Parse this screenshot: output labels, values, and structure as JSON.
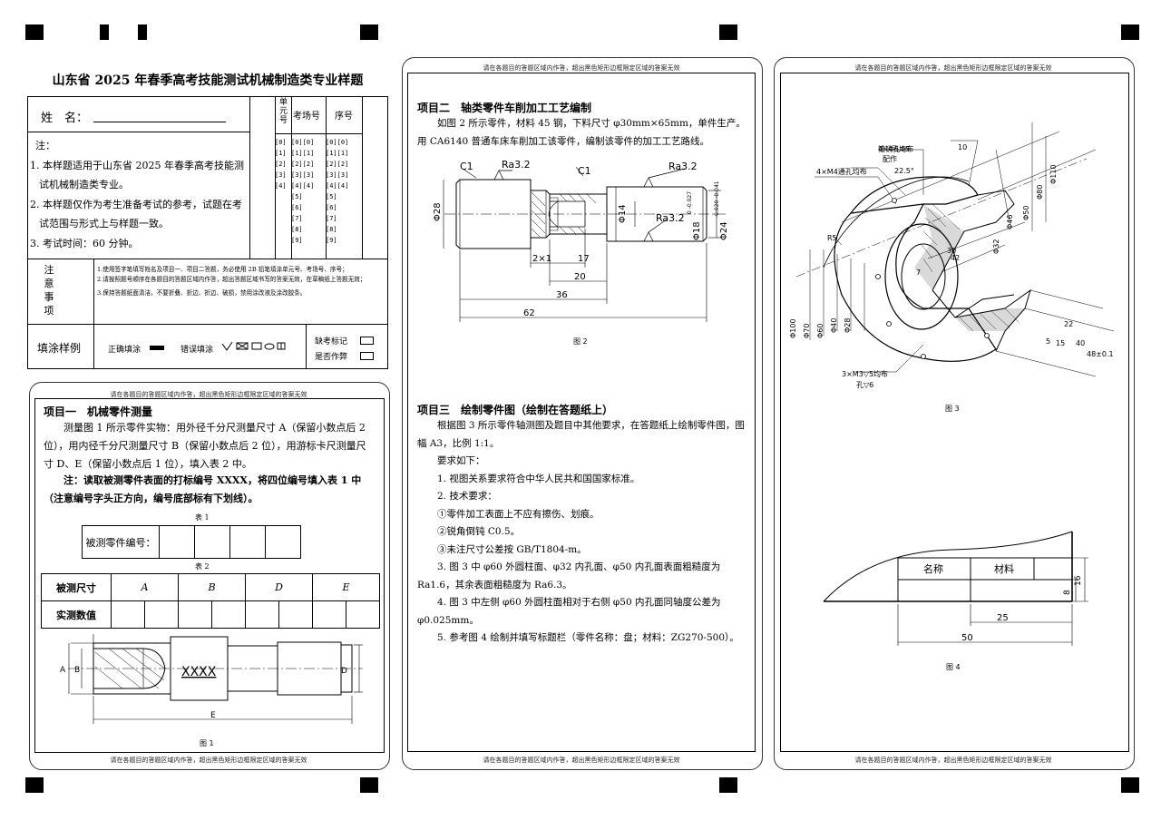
{
  "header": {
    "title": "山东省 2025 年春季高考技能测试机械制造类专业样题",
    "name_label": "姓　名：",
    "notes_heading": "注：",
    "notes": [
      "1. 本样题适用于山东省 2025 年春季高考技能测试机械制造类专业。",
      "2. 本样题仅作为考生准备考试的参考，试题在考试范围与形式上与样题一致。",
      "3. 考试时间：60 分钟。"
    ],
    "id_headers": [
      "单元号",
      "考场号",
      "序号"
    ],
    "digit_rows": [
      "[0]",
      "[1]",
      "[2]",
      "[3]",
      "[4]",
      "[5]",
      "[6]",
      "[7]",
      "[8]",
      "[9]"
    ],
    "attention_label": "注意事项",
    "attention_items": [
      "1.使用签字笔填写姓名及项目一、项目二答题，务必使用 2B 铅笔填涂单元号、考场号、序号；",
      "2.请按照题号顺序在各题目的答题区域内作答，超出答题区域书写的答案无效，在草稿纸上答题无效；",
      "3.保持答题纸面清洁，不要折叠、折边、折边、破损，禁用涂改液及涂改胶条。"
    ],
    "fill_example_label": "填涂样例",
    "correct_label": "正确填涂",
    "wrong_label": "错误填涂",
    "absent_label": "缺考标记",
    "cheat_label": "是否作弊"
  },
  "notice_text": "请在各题目的答题区域内作答，超出黑色矩形边框限定区域的答案无效",
  "project1": {
    "title": "项目一　机械零件测量",
    "para1": "测量图 1 所示零件实物：用外径千分尺测量尺寸 A（保留小数点后 2 位），用内径千分尺测量尺寸 B（保留小数点后 2 位），用游标卡尺测量尺寸 D、E（保留小数点后 1 位），填入表 2 中。",
    "para2": "注：读取被测零件表面的打标编号 XXXX，将四位编号填入表 1 中（注意编号字头正方向，编号底部标有下划线）。",
    "table1_caption": "表 1",
    "table1_label": "被测零件编号：",
    "table2_caption": "表 2",
    "table2_headers": [
      "被测尺寸",
      "A",
      "B",
      "D",
      "E"
    ],
    "table2_row2": "实测数值",
    "fig_caption": "图 1",
    "fig_labels": {
      "a": "A",
      "b": "B",
      "code": "XXXX",
      "d": "D",
      "e": "E"
    }
  },
  "project2": {
    "title": "项目二　轴类零件车削加工工艺编制",
    "para": "如图 2 所示零件，材料 45 钢，下料尺寸 φ30mm×65mm，单件生产。用 CA6140 普通车床车削加工该零件，编制该零件的加工工艺路线。",
    "fig_caption": "图 2",
    "fig_labels": {
      "c1a": "C1",
      "ra1": "Ra3.2",
      "c1b": "C1",
      "ra2": "Ra3.2",
      "ra3": "Ra3.2",
      "d28": "Φ28",
      "d14": "Φ14",
      "d18": "Φ18",
      "d18tol": "0 -0.027",
      "d24": "Φ24",
      "d24tol": "-0.020 -0.041",
      "l2x1": "2×1",
      "l17": "17",
      "l20": "20",
      "l36": "36",
      "l62": "62"
    }
  },
  "project3": {
    "title": "项目三　绘制零件图（绘制在答题纸上）",
    "lines": [
      "根据图 3 所示零件轴测图及题目中其他要求，在答题纸上绘制零件图，图幅 A3，比例 1:1。",
      "要求如下：",
      "1. 视图关系要求符合中华人民共和国国家标准。",
      "2. 技术要求：",
      "①零件加工表面上不应有擦伤、划痕。",
      "②锐角倒钝 C0.5。",
      "③未注尺寸公差按 GB/T1804-m。",
      "3. 图 3 中 φ60 外圆柱面、φ32 内孔面、φ50 内孔面表面粗糙度为 Ra1.6，其余表面粗糙度为 Ra6.3。",
      "4. 图 3 中左侧 φ60 外圆柱面相对于右侧 φ50 内孔面同轴度公差为 φ0.025mm。",
      "5. 参考图 4 绘制并填写标题栏（零件名称：盘；材料：ZG270-500）。"
    ]
  },
  "figure3": {
    "caption": "图 3",
    "labels": {
      "pin": "锥销孔Φ5",
      "pin2": "配作",
      "holes6": "4×Φ5均布",
      "m4": "4×M4通孔均布",
      "ang": "22.5°",
      "r5": "R5",
      "m3": "3×M3▽5均布",
      "m3b": "孔▽6",
      "d110": "Φ110",
      "d80": "Φ80",
      "d50": "Φ50",
      "d46": "Φ46",
      "d32": "Φ32",
      "d100": "Φ100",
      "d70": "Φ70",
      "d60": "Φ60",
      "d40": "Φ40",
      "d28": "Φ28",
      "n10": "10",
      "n30": "30",
      "n42": "42",
      "n7": "7",
      "n22": "22",
      "n15": "15",
      "n5": "5",
      "n40": "40",
      "n48": "48±0.1"
    }
  },
  "figure4": {
    "caption": "图 4",
    "name_label": "名称",
    "material_label": "材料",
    "dim8": "8",
    "dim16": "16",
    "dim25": "25",
    "dim50": "50"
  }
}
